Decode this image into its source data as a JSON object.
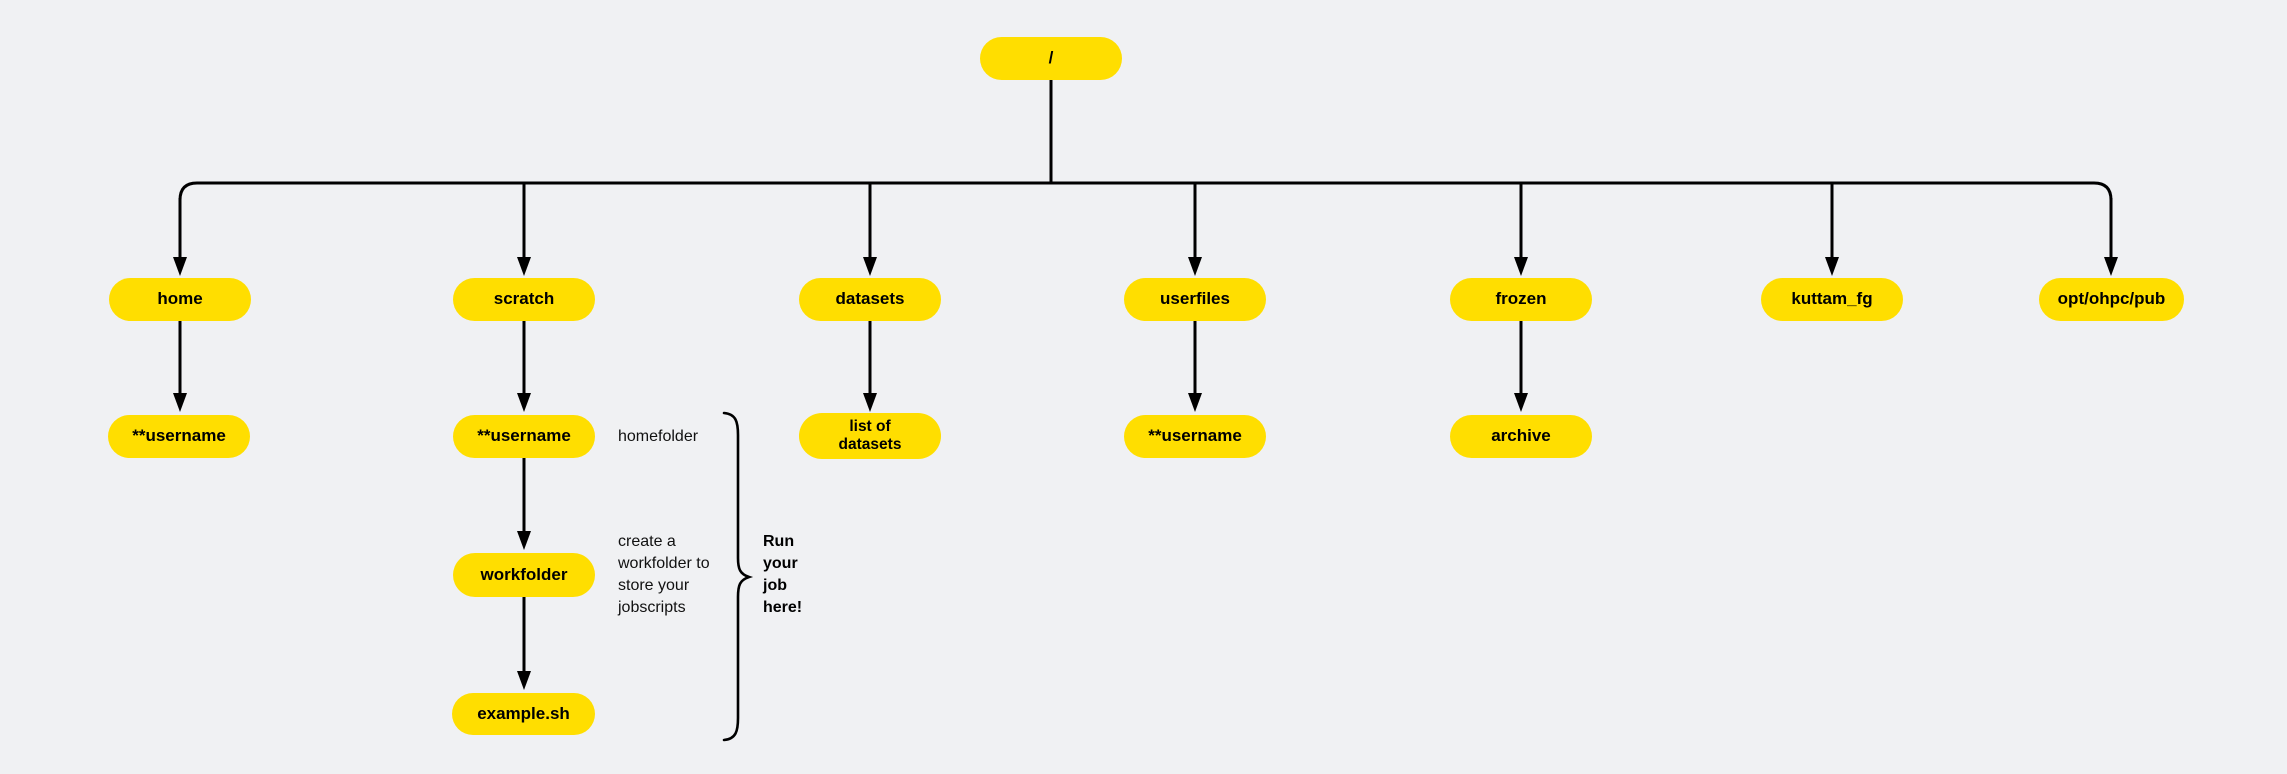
{
  "diagram": {
    "title_semantics": "HPC filesystem directory tree",
    "colors": {
      "background": "#F0F1F3",
      "node_fill": "#FFDE00",
      "line": "#000000",
      "text": "#000000"
    },
    "root": {
      "label": "/"
    },
    "level1": [
      {
        "label": "home"
      },
      {
        "label": "scratch"
      },
      {
        "label": "datasets"
      },
      {
        "label": "userfiles"
      },
      {
        "label": "frozen"
      },
      {
        "label": "kuttam_fg"
      },
      {
        "label": "opt/ohpc/pub"
      }
    ],
    "level2": [
      {
        "label": "**username",
        "parent": "home"
      },
      {
        "label": "**username",
        "parent": "scratch"
      },
      {
        "label": "list of\ndatasets",
        "parent": "datasets"
      },
      {
        "label": "**username",
        "parent": "userfiles"
      },
      {
        "label": "archive",
        "parent": "frozen"
      }
    ],
    "scratch_chain": [
      {
        "label": "workfolder",
        "parent": "**username (scratch)"
      },
      {
        "label": "example.sh",
        "parent": "workfolder"
      }
    ],
    "annotations": {
      "homefolder": "homefolder",
      "workfolder_note": "create a\nworkfolder to\nstore your\njobscripts",
      "brace_note": "Run\nyour\njob\nhere!"
    },
    "edges": [
      "/ -> home",
      "/ -> scratch",
      "/ -> datasets",
      "/ -> userfiles",
      "/ -> frozen",
      "/ -> kuttam_fg",
      "/ -> opt/ohpc/pub",
      "home -> **username",
      "scratch -> **username",
      "datasets -> list of datasets",
      "userfiles -> **username",
      "frozen -> archive",
      "**username -> workfolder",
      "workfolder -> example.sh"
    ]
  }
}
